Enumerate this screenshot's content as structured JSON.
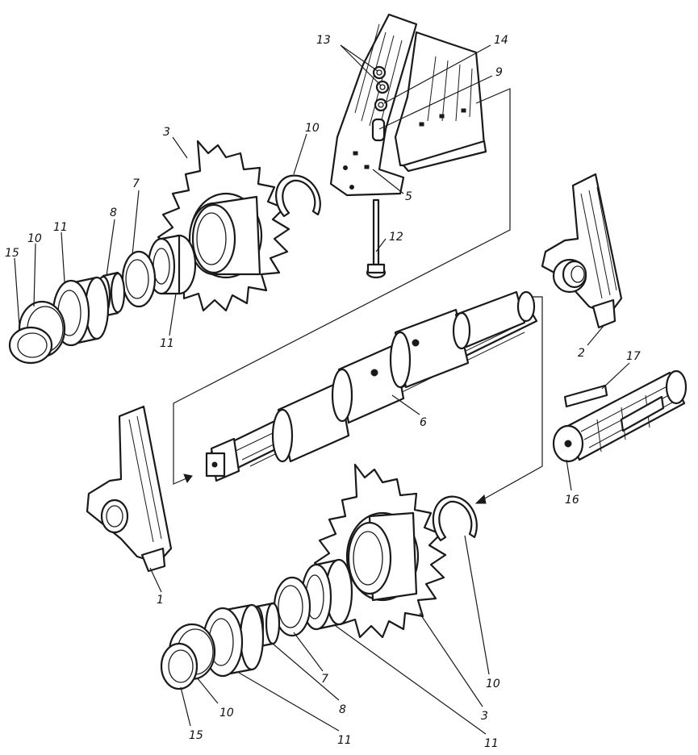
{
  "callouts": [
    {
      "id": "c13",
      "text": "13"
    },
    {
      "id": "c14",
      "text": "14"
    },
    {
      "id": "c9",
      "text": "9"
    },
    {
      "id": "c3a",
      "text": "3"
    },
    {
      "id": "c10a",
      "text": "10"
    },
    {
      "id": "c5",
      "text": "5"
    },
    {
      "id": "c7a",
      "text": "7"
    },
    {
      "id": "c8a",
      "text": "8"
    },
    {
      "id": "c11a",
      "text": "11"
    },
    {
      "id": "c10b",
      "text": "10"
    },
    {
      "id": "c15a",
      "text": "15"
    },
    {
      "id": "c12",
      "text": "12"
    },
    {
      "id": "c11b",
      "text": "11"
    },
    {
      "id": "c2",
      "text": "2"
    },
    {
      "id": "c17",
      "text": "17"
    },
    {
      "id": "c6",
      "text": "6"
    },
    {
      "id": "c16",
      "text": "16"
    },
    {
      "id": "c1",
      "text": "1"
    },
    {
      "id": "c7b",
      "text": "7"
    },
    {
      "id": "c10c",
      "text": "10"
    },
    {
      "id": "c3b",
      "text": "3"
    },
    {
      "id": "c8b",
      "text": "8"
    },
    {
      "id": "c10d",
      "text": "10"
    },
    {
      "id": "c15b",
      "text": "15"
    },
    {
      "id": "c11c",
      "text": "11"
    },
    {
      "id": "c11d",
      "text": "11"
    }
  ]
}
